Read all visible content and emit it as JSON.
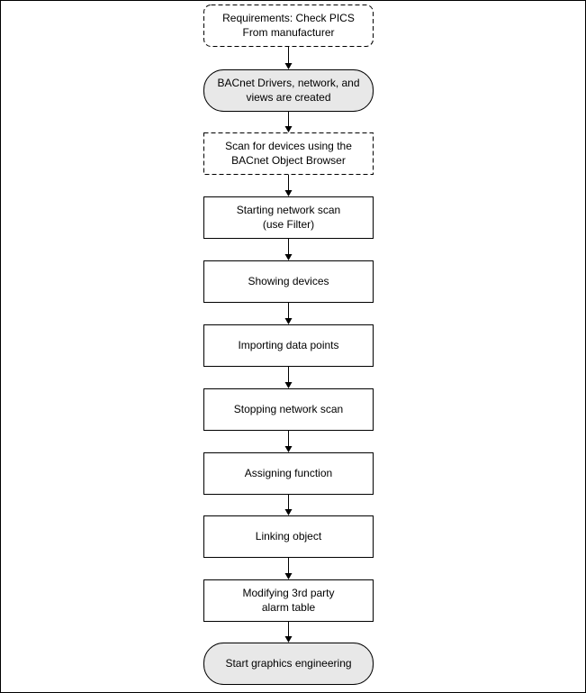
{
  "steps": [
    {
      "lines": [
        "Requirements: Check PICS",
        "From manufacturer"
      ],
      "shape": "dashed-rounded"
    },
    {
      "lines": [
        "BACnet Drivers, network, and",
        "views are created"
      ],
      "shape": "terminator"
    },
    {
      "lines": [
        "Scan for devices using the",
        "BACnet Object Browser"
      ],
      "shape": "dashed-rect"
    },
    {
      "lines": [
        "Starting network scan",
        "(use Filter)"
      ],
      "shape": "rect"
    },
    {
      "lines": [
        "Showing devices"
      ],
      "shape": "rect"
    },
    {
      "lines": [
        "Importing data points"
      ],
      "shape": "rect"
    },
    {
      "lines": [
        "Stopping network scan"
      ],
      "shape": "rect"
    },
    {
      "lines": [
        "Assigning function"
      ],
      "shape": "rect"
    },
    {
      "lines": [
        "Linking object"
      ],
      "shape": "rect"
    },
    {
      "lines": [
        "Modifying 3rd party",
        "alarm table"
      ],
      "shape": "rect"
    },
    {
      "lines": [
        "Start graphics engineering"
      ],
      "shape": "terminator"
    }
  ],
  "colors": {
    "terminator_fill": "#e8e8e8",
    "box_fill": "#ffffff",
    "stroke": "#000000"
  }
}
